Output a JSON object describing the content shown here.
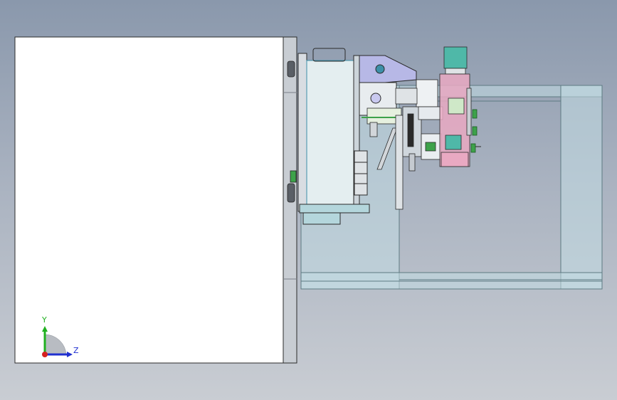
{
  "viewport": {
    "name": "cad-graphics-area",
    "background_top": "#8a98ac",
    "background_bottom": "#c9cdd3"
  },
  "colors": {
    "panel_fill": "#ffffff",
    "edge": "#2a2a2a",
    "transparent_frame": "#c3dde3",
    "bracket": "#b7b8e6",
    "motor_teal": "#4fb8a8",
    "carriage_pink": "#e9a9c2",
    "green_part": "#3da24a",
    "axis_x": "#d62020",
    "axis_y": "#20b020",
    "axis_z": "#2030d0"
  },
  "triad": {
    "y_label": "Y",
    "z_label": "Z"
  }
}
